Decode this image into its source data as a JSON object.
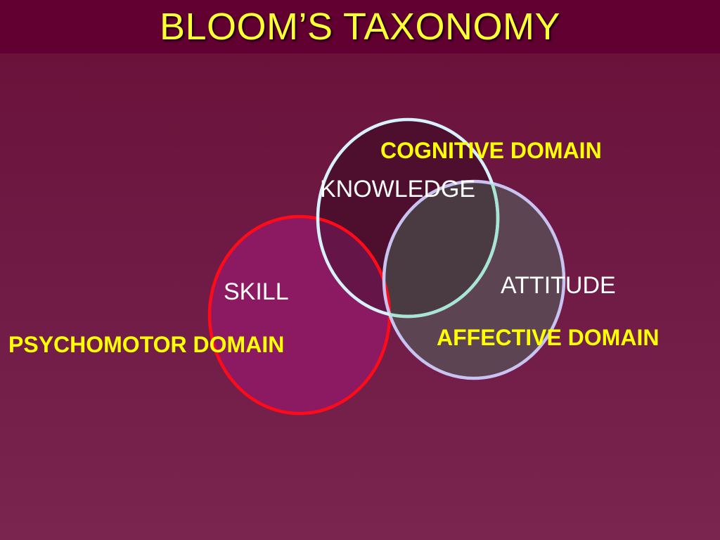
{
  "slide": {
    "title": "BLOOM’S TAXONOMY"
  },
  "diagram": {
    "domains": {
      "cognitive": {
        "name": "COGNITIVE DOMAIN",
        "concept": "KNOWLEDGE",
        "ring_color": "#d6f2ff",
        "fill_color": "#4e0f2e"
      },
      "affective": {
        "name": "AFFECTIVE DOMAIN",
        "concept": "ATTITUDE",
        "ring_color": "#c9c3f2",
        "fill_color": "#5d4452"
      },
      "psychomotor": {
        "name": "PSYCHOMOTOR DOMAIN",
        "concept": "SKILL",
        "ring_color": "#ff0a18",
        "fill_color": "#8c1a62"
      }
    }
  },
  "colors": {
    "title_text": "#ffff33",
    "domain_text": "#ffff00",
    "concept_text": "#ffffff"
  }
}
